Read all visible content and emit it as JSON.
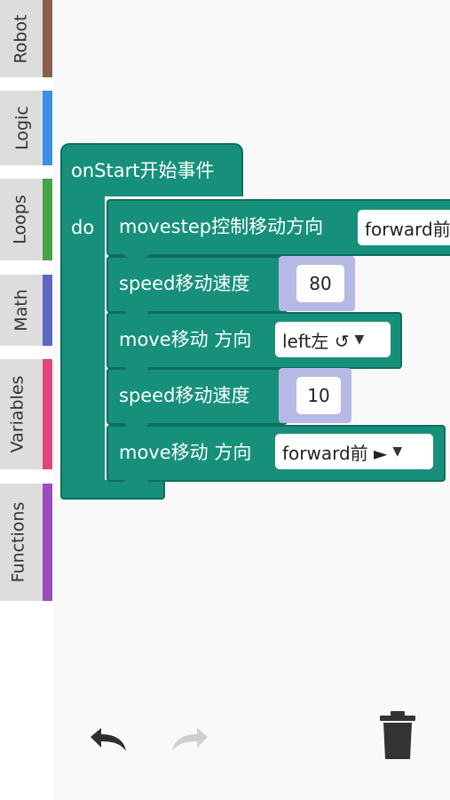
{
  "toolbox": {
    "categories": [
      {
        "label": "Robot",
        "color": "#8b5e4e"
      },
      {
        "label": "Logic",
        "color": "#3b8ee6"
      },
      {
        "label": "Loops",
        "color": "#47a347"
      },
      {
        "label": "Math",
        "color": "#5b67c2"
      },
      {
        "label": "Variables",
        "color": "#e0467c"
      },
      {
        "label": "Functions",
        "color": "#9b4cc0"
      }
    ]
  },
  "workspace": {
    "event_block": {
      "label": "onStart开始事件",
      "do_label": "do"
    },
    "blocks": [
      {
        "label": "movestep控制移动方向",
        "dropdown": "forward前"
      },
      {
        "label": "speed移动速度",
        "value": "80"
      },
      {
        "label": "move移动 方向",
        "dropdown": "left左 ↺"
      },
      {
        "label": "speed移动速度",
        "value": "10"
      },
      {
        "label": "move移动 方向",
        "dropdown": "forward前 ►"
      }
    ],
    "dropdown_caret": "▼"
  },
  "colors": {
    "block_green": "#17907b",
    "value_slot": "#b5b9e4",
    "workspace_bg": "#f9f9f9"
  },
  "footer": {
    "undo_icon": "undo-icon",
    "redo_icon": "redo-icon",
    "trash_icon": "trash-icon"
  }
}
